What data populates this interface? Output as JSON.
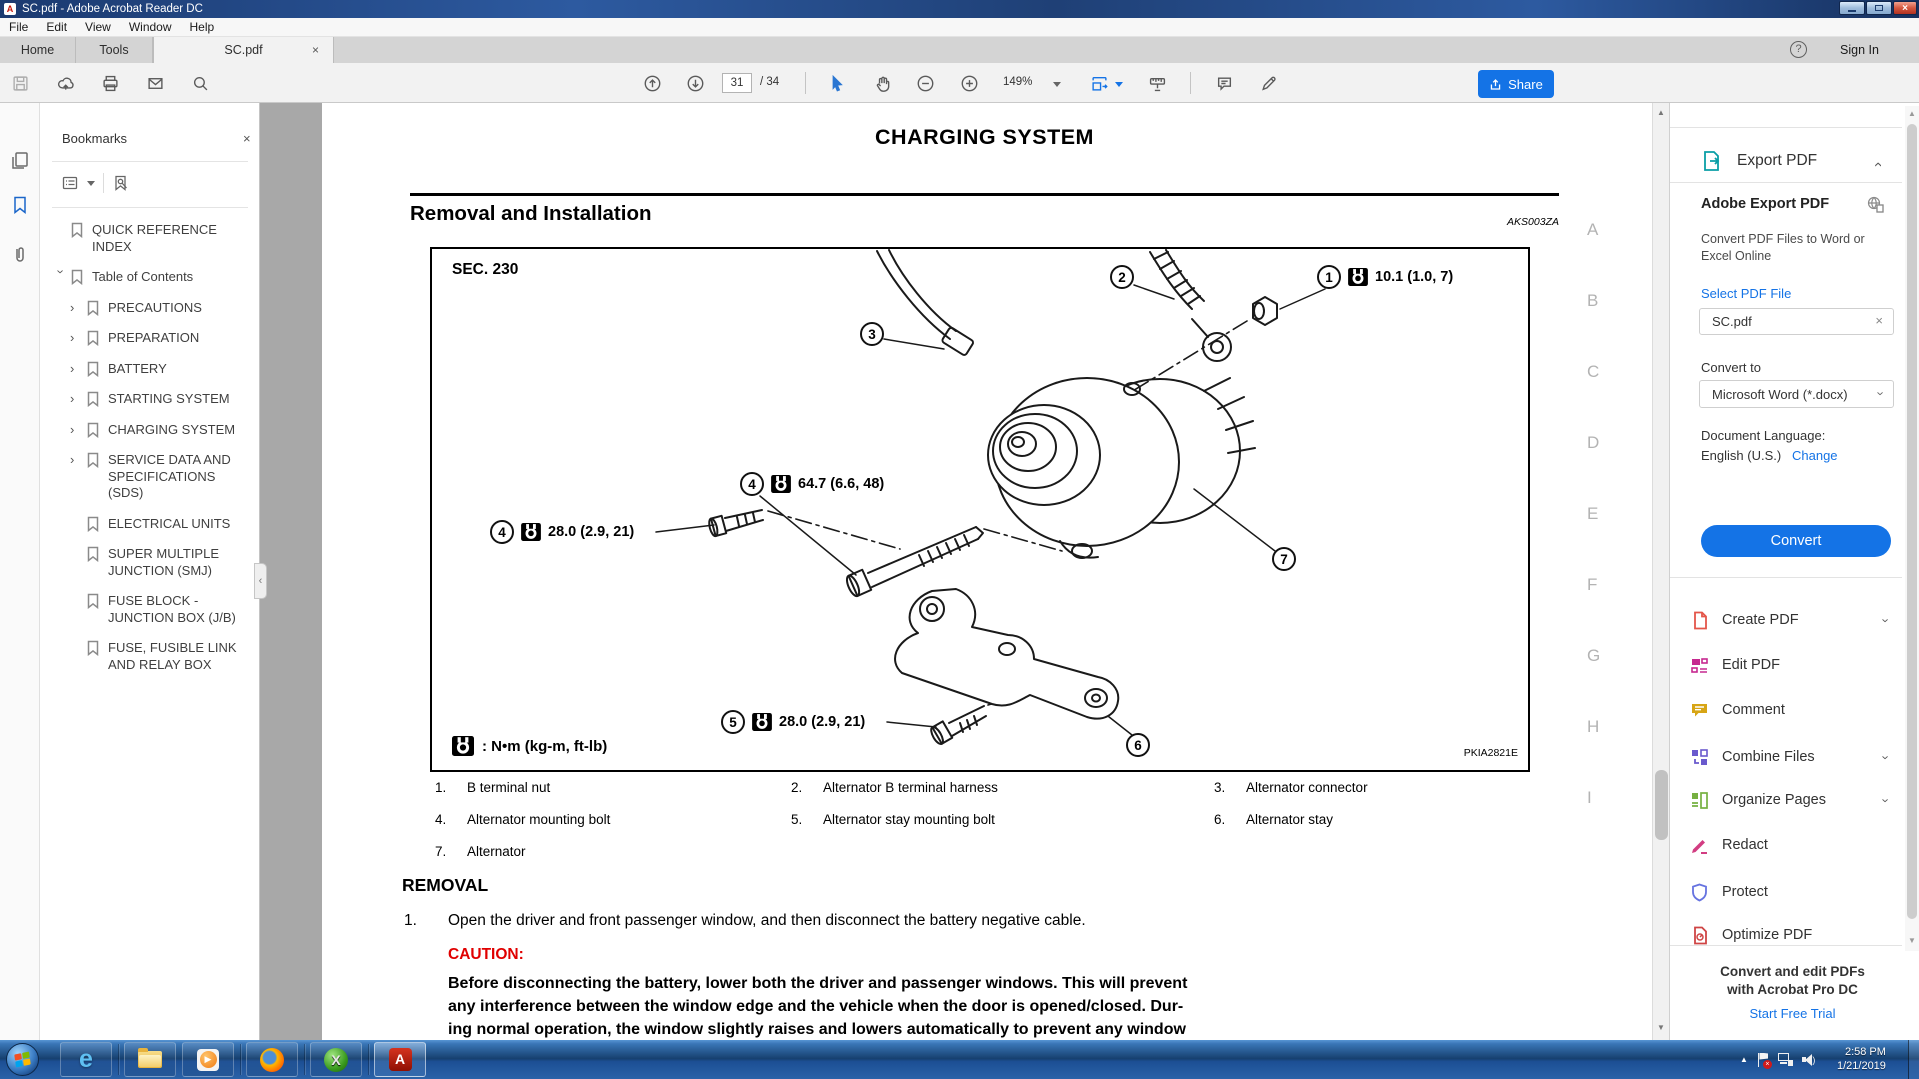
{
  "titlebar": {
    "title": "SC.pdf - Adobe Acrobat Reader DC"
  },
  "menubar": {
    "items": [
      "File",
      "Edit",
      "View",
      "Window",
      "Help"
    ]
  },
  "tabbar": {
    "home": "Home",
    "tools": "Tools",
    "doc_tab": "SC.pdf",
    "sign_in": "Sign In",
    "help_glyph": "?"
  },
  "toolbar": {
    "page_current": "31",
    "page_total": "/ 34",
    "zoom_level": "149%",
    "share_label": "Share"
  },
  "bookmarks": {
    "title": "Bookmarks",
    "items": [
      {
        "label": "QUICK REFERENCE INDEX",
        "indent": 1,
        "state": "none"
      },
      {
        "label": "Table of Contents",
        "indent": 1,
        "state": "expanded"
      },
      {
        "label": "PRECAUTIONS",
        "indent": 2,
        "state": "collapsed"
      },
      {
        "label": "PREPARATION",
        "indent": 2,
        "state": "collapsed"
      },
      {
        "label": "BATTERY",
        "indent": 2,
        "state": "collapsed"
      },
      {
        "label": "STARTING SYSTEM",
        "indent": 2,
        "state": "collapsed"
      },
      {
        "label": "CHARGING SYSTEM",
        "indent": 2,
        "state": "collapsed"
      },
      {
        "label": "SERVICE DATA AND SPECIFICATIONS (SDS)",
        "indent": 2,
        "state": "collapsed"
      },
      {
        "label": "ELECTRICAL UNITS",
        "indent": 2,
        "state": "none"
      },
      {
        "label": "SUPER MULTIPLE JUNCTION (SMJ)",
        "indent": 2,
        "state": "none"
      },
      {
        "label": "FUSE BLOCK - JUNCTION BOX (J/B)",
        "indent": 2,
        "state": "none"
      },
      {
        "label": "FUSE, FUSIBLE LINK AND RELAY BOX",
        "indent": 2,
        "state": "none"
      }
    ]
  },
  "document": {
    "page_title": "CHARGING SYSTEM",
    "section_heading": "Removal and Installation",
    "section_code": "AKS003ZA",
    "sec_label": "SEC. 230",
    "figure_code": "PKIA2821E",
    "legend_text": ": N•m (kg-m, ft-lb)",
    "callouts": {
      "c1": "1",
      "c2": "2",
      "c3": "3",
      "c4a": "4",
      "c4b": "4",
      "c5": "5",
      "c6": "6",
      "c7": "7"
    },
    "torques": {
      "t1": "10.1 (1.0, 7)",
      "t4a": "64.7 (6.6, 48)",
      "t4b": "28.0 (2.9, 21)",
      "t5": "28.0 (2.9, 21)"
    },
    "parts": [
      {
        "num": "1.",
        "name": "B terminal nut"
      },
      {
        "num": "2.",
        "name": "Alternator B terminal harness"
      },
      {
        "num": "3.",
        "name": "Alternator connector"
      },
      {
        "num": "4.",
        "name": "Alternator mounting bolt"
      },
      {
        "num": "5.",
        "name": "Alternator stay mounting bolt"
      },
      {
        "num": "6.",
        "name": "Alternator stay"
      },
      {
        "num": "7.",
        "name": "Alternator"
      }
    ],
    "removal_heading": "REMOVAL",
    "step1_num": "1.",
    "step1_text": "Open the driver and front passenger window, and then disconnect the battery negative cable.",
    "caution_label": "CAUTION:",
    "caution_lines": [
      "Before disconnecting the battery, lower both the driver and passenger windows. This will prevent",
      "any interference between the window edge and the vehicle when the door is opened/closed. Dur-",
      "ing normal operation, the window slightly raises and lowers automatically to prevent any window"
    ],
    "margin_letters": [
      "A",
      "B",
      "C",
      "D",
      "E",
      "F",
      "G",
      "H",
      "I"
    ]
  },
  "tools_panel": {
    "header": "Export PDF",
    "section_title": "Adobe Export PDF",
    "section_subtitle": "Convert PDF Files to Word or Excel Online",
    "select_label": "Select PDF File",
    "selected_file": "SC.pdf",
    "convert_to_label": "Convert to",
    "format_value": "Microsoft Word (*.docx)",
    "language_label": "Document Language:",
    "language_value": "English (U.S.)",
    "change_link": "Change",
    "convert_button": "Convert",
    "tools": [
      {
        "label": "Create PDF",
        "chevron": true,
        "color": "#e4564a"
      },
      {
        "label": "Edit PDF",
        "chevron": false,
        "color": "#c6288f"
      },
      {
        "label": "Comment",
        "chevron": false,
        "color": "#d7a515"
      },
      {
        "label": "Combine Files",
        "chevron": true,
        "color": "#6a5acd"
      },
      {
        "label": "Organize Pages",
        "chevron": true,
        "color": "#76b041"
      },
      {
        "label": "Redact",
        "chevron": false,
        "color": "#d23d82"
      },
      {
        "label": "Protect",
        "chevron": false,
        "color": "#6673e0"
      },
      {
        "label": "Optimize PDF",
        "chevron": false,
        "color": "#cf4545"
      }
    ],
    "promo_line1": "Convert and edit PDFs",
    "promo_line2": "with Acrobat Pro DC",
    "trial_link": "Start Free Trial"
  },
  "taskbar": {
    "time": "2:58 PM",
    "date": "1/21/2019"
  },
  "colors": {
    "accent_blue": "#1473e6",
    "caution_red": "#e00000",
    "export_teal": "#0a9ea6",
    "selection_blue": "#2a76d2"
  }
}
